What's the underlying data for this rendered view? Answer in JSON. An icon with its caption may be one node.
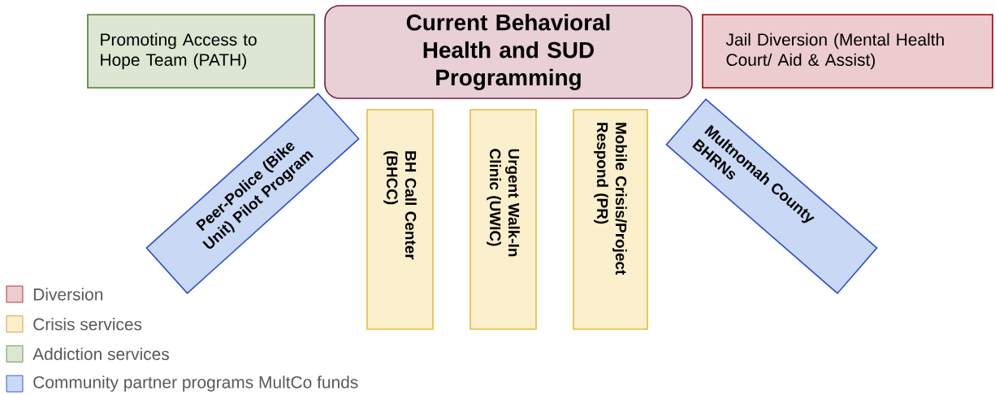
{
  "diagram": {
    "nodes": [
      {
        "text": [
          "Promoting Access to Hope Team (PATH)"
        ]
      },
      {
        "text": [
          "Current Behavioral Health and SUD Programming"
        ]
      },
      {
        "text": [
          "Jail Diversion (Mental Health Court/ Aid & Assist)"
        ]
      },
      {
        "text": [
          "Peer-Police (Bike Unit) Pilot Program"
        ]
      },
      {
        "text": [
          "BH Call Center (BHCC)"
        ]
      },
      {
        "text": [
          "Urgent Walk-In Clinic (UWIC)"
        ]
      },
      {
        "text": [
          "Mobile Crisis/Project Respond (PR)"
        ]
      },
      {
        "text": [
          "Multnomah County BHRNs"
        ]
      }
    ],
    "legend": [
      {
        "text": "Diversion",
        "color": "#ecccce"
      },
      {
        "text": "Crisis services",
        "color": "#fbefcc"
      },
      {
        "text": "Addiction services",
        "color": "#dce6d2"
      },
      {
        "text": "Community partner programs MultCo funds",
        "color": "#c9d8f5"
      }
    ]
  }
}
